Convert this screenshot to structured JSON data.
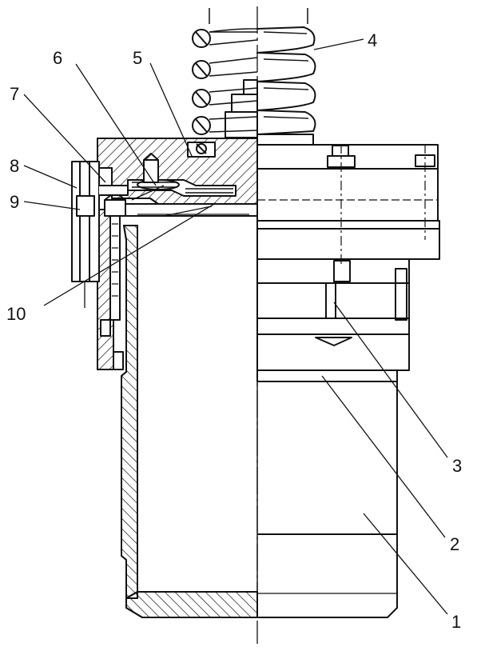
{
  "figure": {
    "title": "",
    "stroke_color": "#111111",
    "background": "#ffffff"
  },
  "callouts": [
    {
      "label": "1"
    },
    {
      "label": "2"
    },
    {
      "label": "3"
    },
    {
      "label": "4"
    },
    {
      "label": "5"
    },
    {
      "label": "6"
    },
    {
      "label": "7"
    },
    {
      "label": "8"
    },
    {
      "label": "9"
    },
    {
      "label": "10"
    }
  ]
}
